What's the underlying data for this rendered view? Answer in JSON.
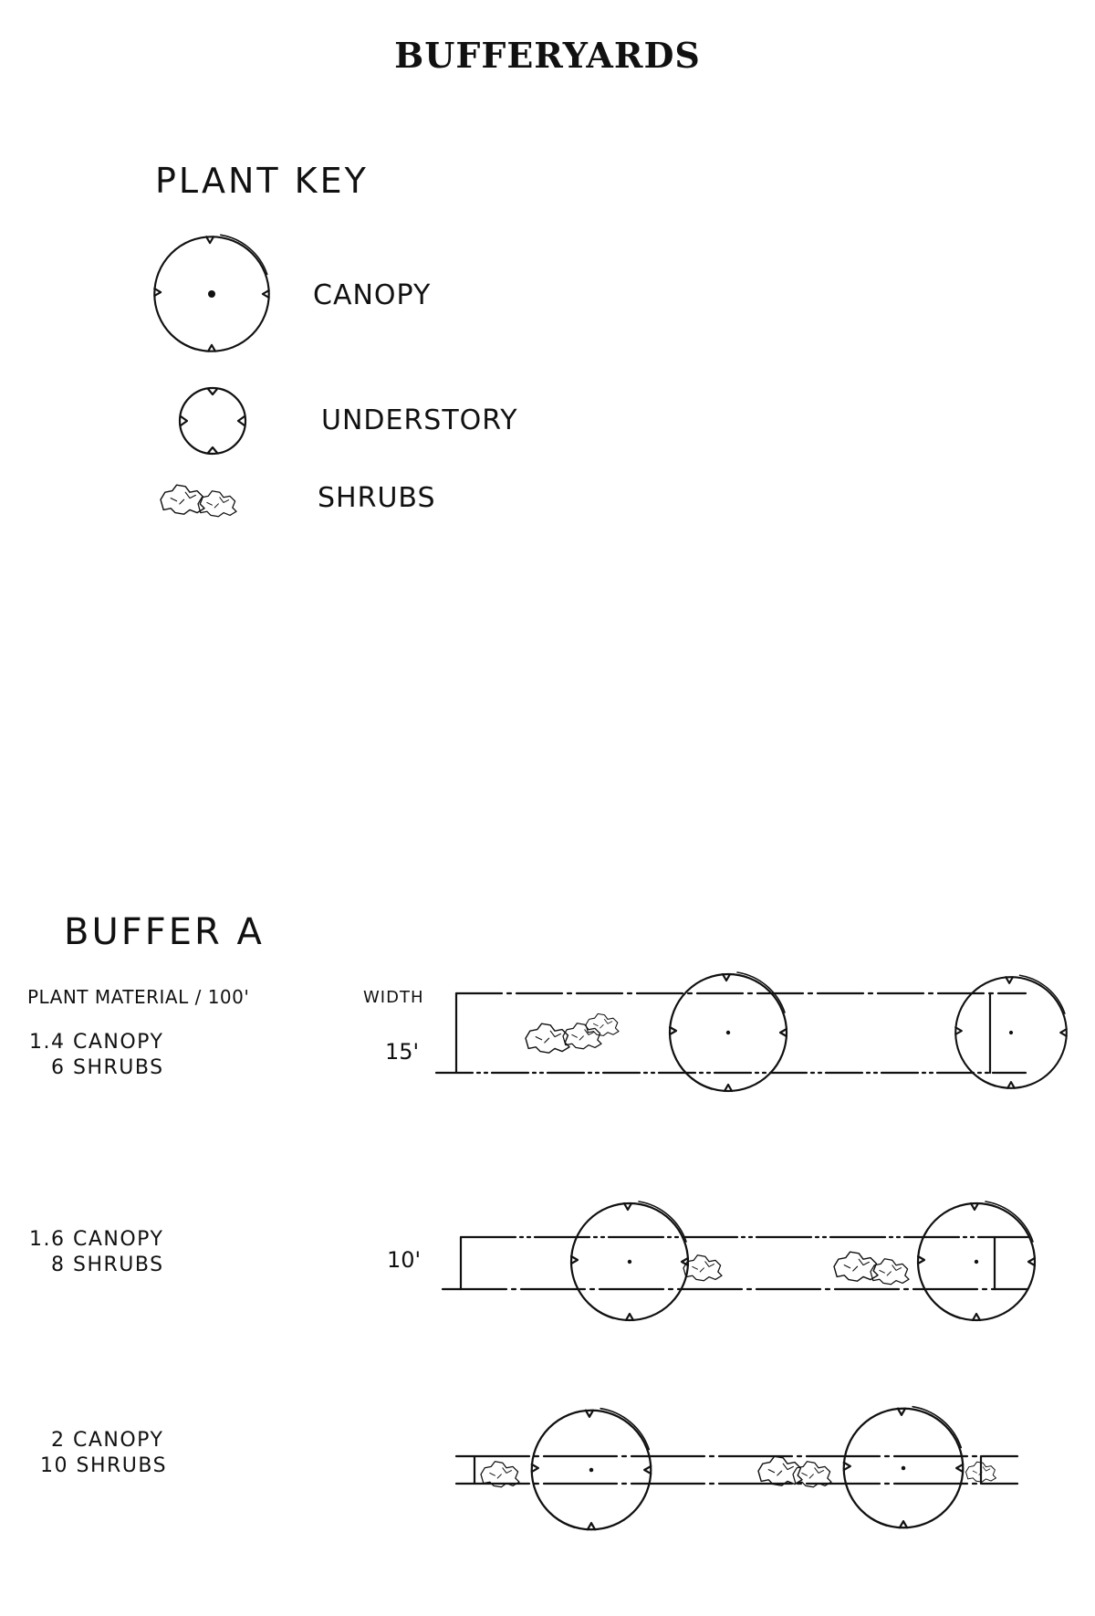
{
  "title": "BUFFERYARDS",
  "plant_key": {
    "heading": "PLANT KEY",
    "items": [
      {
        "label": "CANOPY",
        "icon": "canopy-tree-icon"
      },
      {
        "label": "UNDERSTORY",
        "icon": "understory-tree-icon"
      },
      {
        "label": "SHRUBS",
        "icon": "shrub-cluster-icon"
      }
    ]
  },
  "buffer": {
    "heading": "BUFFER A",
    "column_label": "PLANT MATERIAL / 100'",
    "width_label": "WIDTH",
    "options": [
      {
        "canopy": "1.4 CANOPY",
        "shrubs": "6 SHRUBS",
        "width": "15'"
      },
      {
        "canopy": "1.6 CANOPY",
        "shrubs": "8 SHRUBS",
        "width": "10'"
      },
      {
        "canopy": "2 CANOPY",
        "shrubs": "10 SHRUBS",
        "width": ""
      }
    ]
  }
}
